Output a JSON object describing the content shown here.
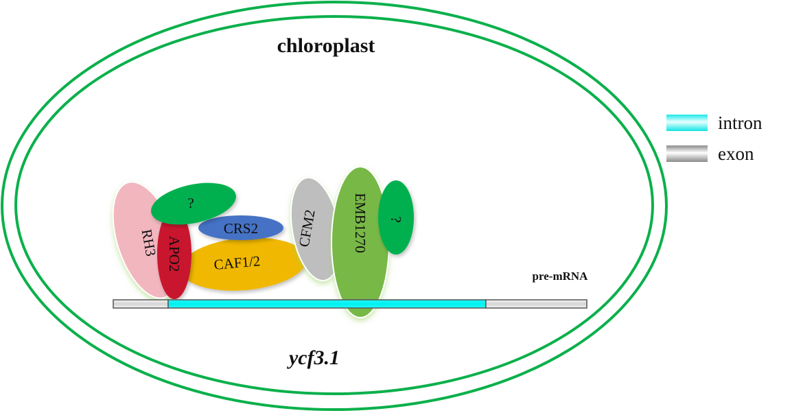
{
  "compartment": {
    "label": "chloroplast",
    "outline_color": "#0BB04B"
  },
  "gene_label": "ycf3.1",
  "transcript_label": "pre-mRNA",
  "legend": [
    {
      "key": "intron",
      "label": "intron",
      "color": "#1EF4F4"
    },
    {
      "key": "exon",
      "label": "exon",
      "color": "#C8C8C8"
    }
  ],
  "transcript_segments": [
    "exon",
    "intron",
    "exon"
  ],
  "proteins": [
    {
      "id": "rh3",
      "label": "RH3",
      "color": "#F2B6BF"
    },
    {
      "id": "unknown-1",
      "label": "?",
      "color": "#00B050"
    },
    {
      "id": "apo2",
      "label": "APO2",
      "color": "#C8172F"
    },
    {
      "id": "crs2",
      "label": "CRS2",
      "color": "#4472C4"
    },
    {
      "id": "caf12",
      "label": "CAF1/2",
      "color": "#F0B800"
    },
    {
      "id": "cfm2",
      "label": "CFM2",
      "color": "#BEBEBE"
    },
    {
      "id": "emb1270",
      "label": "EMB1270",
      "color": "#78B846"
    },
    {
      "id": "unknown-2",
      "label": "?",
      "color": "#00B050"
    }
  ]
}
